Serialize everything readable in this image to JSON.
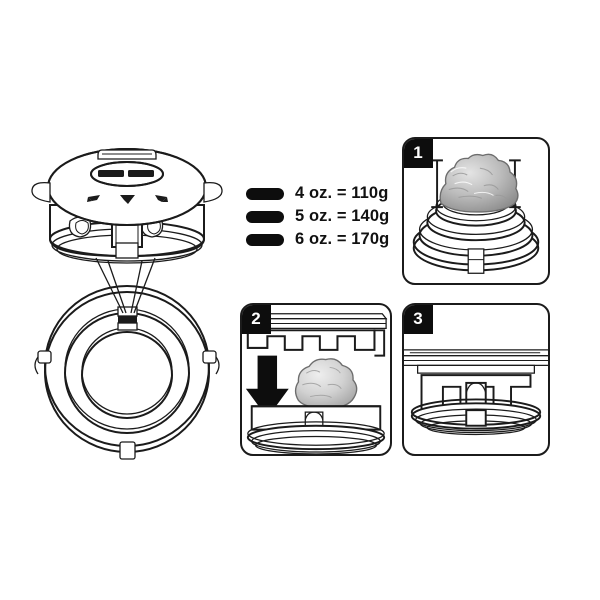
{
  "document": {
    "type": "instruction-diagram",
    "subject": "coffee brewer filter basket dosing and assembly",
    "background_color": "#ffffff",
    "line_color": "#1b1b1b"
  },
  "legend": {
    "title": "",
    "marker_color": "#0d0d0d",
    "rows": [
      {
        "marker": "pill-swatch",
        "label": "4 oz. = 110g"
      },
      {
        "marker": "pill-swatch",
        "label": "5 oz. = 140g"
      },
      {
        "marker": "pill-swatch",
        "label": "6 oz. = 170g"
      }
    ]
  },
  "main_illustration": {
    "name": "exploded-view-lid-and-ring",
    "lid": {
      "name": "filter-lid-assembly",
      "dose_labels": [
        "4 oz.",
        "5 oz.",
        "6 oz."
      ],
      "emblem": "oval-brand-plate"
    },
    "ring": {
      "name": "filter-ring-top-view",
      "tabs": 3
    },
    "callout": "converging-lines"
  },
  "panels": [
    {
      "number": "1",
      "name": "panel-step-1",
      "description": "coffee grounds mound measured between level markers on the basket",
      "puck_color": "#b7b7b7"
    },
    {
      "number": "2",
      "name": "panel-step-2",
      "description": "cross-section showing grounds dropping down into the basket",
      "puck_color": "#cfcfcf",
      "arrow": "down-arrow"
    },
    {
      "number": "3",
      "name": "panel-step-3",
      "description": "cross-section of the lid closed onto the basket",
      "puck_color": ""
    }
  ]
}
